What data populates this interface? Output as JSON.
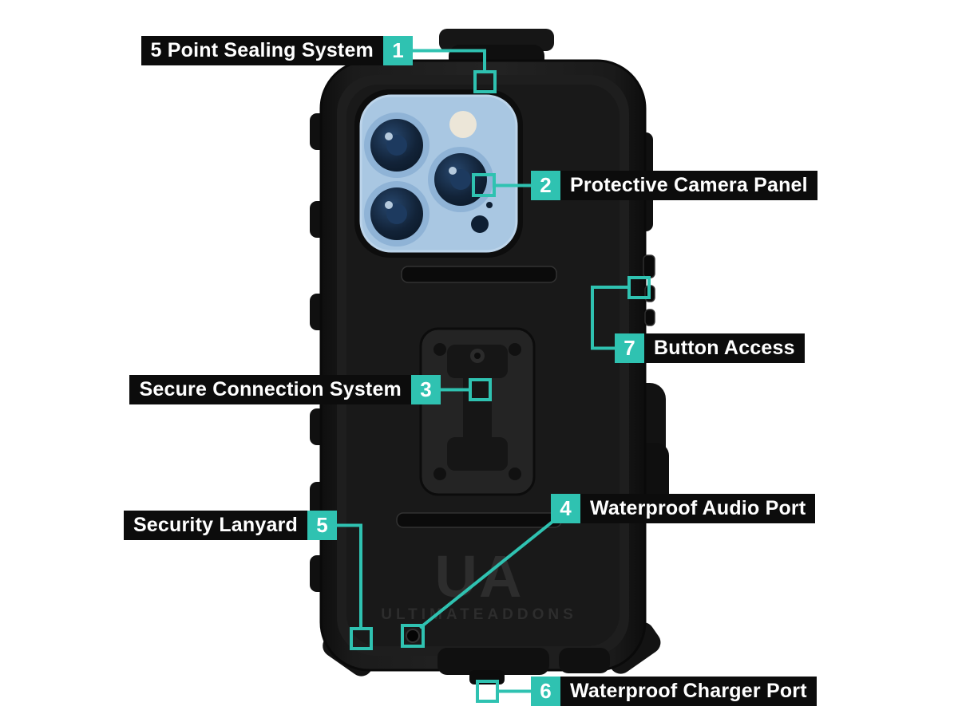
{
  "figure": {
    "type": "product-feature-diagram",
    "subject": "Black waterproof phone case (rear view) with numbered feature callouts"
  },
  "brand": {
    "logo": "UA",
    "name": "ULTIMATEADDONS"
  },
  "colors": {
    "accent_teal": "#2FC2B1",
    "label_background": "#0C0C0C",
    "label_text": "#FFFFFF",
    "case_black": "#1C1C1C",
    "camera_panel_blue": "#A9C7E2",
    "page_background": "#FFFFFF"
  },
  "callouts": [
    {
      "number": "1",
      "label": "5 Point Sealing System"
    },
    {
      "number": "2",
      "label": "Protective Camera Panel"
    },
    {
      "number": "3",
      "label": "Secure Connection System"
    },
    {
      "number": "4",
      "label": "Waterproof Audio Port"
    },
    {
      "number": "5",
      "label": "Security Lanyard"
    },
    {
      "number": "6",
      "label": "Waterproof Charger Port"
    },
    {
      "number": "7",
      "label": "Button Access"
    }
  ]
}
